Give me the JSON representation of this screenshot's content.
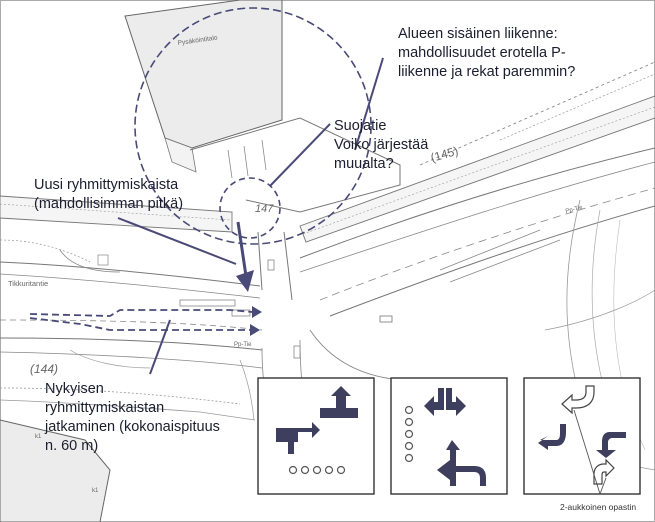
{
  "annotations": {
    "area_traffic": [
      "Alueen sisäinen liikenne:",
      "mahdollisuudet erotella P-",
      "liikenne ja rekat paremmin?"
    ],
    "crosswalk": [
      "Suojatie",
      "Voiko järjestää",
      "muualta?"
    ],
    "new_turn_lane": [
      "Uusi ryhmittymiskaista",
      "(mahdollisimman pitkä)"
    ],
    "extend_lane": [
      "Nykyisen",
      "ryhmittymiskaistan",
      "jatkaminen (kokonaispituus",
      "n. 60 m)"
    ]
  },
  "map_labels": {
    "road_145": "(145)",
    "road_144": "(144)",
    "plot_147": "147",
    "street": "Tikkuritantie",
    "building": "Pysäköintitalo",
    "cycleway_1": "Pp-Tie",
    "cycleway_2": "Pp-Tie",
    "plot_a": "k1",
    "plot_b": "k1"
  },
  "signal_caption": "2-aukkoinen opastin",
  "colors": {
    "annotation_line": "#4a4a78",
    "arrow_fill": "#3e3e5e",
    "road_line": "#777777",
    "text": "#1b1d2e"
  }
}
